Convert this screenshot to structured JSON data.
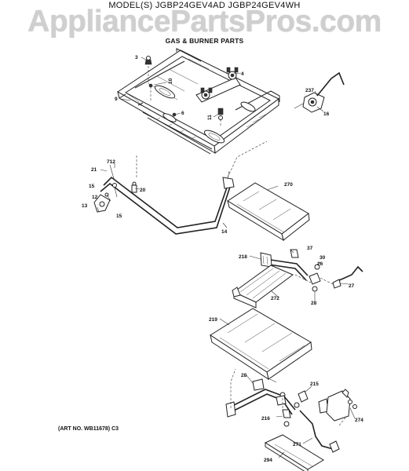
{
  "header": {
    "models": "MODEL(S) JGBP24GEV4AD  JGBP24GEV4WH",
    "watermark": "AppliancePartsPros.com",
    "subtitle": "GAS & BURNER PARTS"
  },
  "art_number": "(ART NO. WB11678) C3",
  "callouts": {
    "c3": "3",
    "c4": "4",
    "c6": "6",
    "c9": "9",
    "c10": "10",
    "c11": "11",
    "c12": "12",
    "c13": "13",
    "c14": "14",
    "c15a": "15",
    "c15b": "15",
    "c16": "16",
    "c20": "20",
    "c21": "21",
    "c26": "26",
    "c27": "27",
    "c28a": "28",
    "c28b": "28",
    "c30": "30",
    "c37": "37",
    "c215": "215",
    "c216": "216",
    "c218": "218",
    "c219": "219",
    "c237": "237",
    "c270": "270",
    "c271": "271",
    "c272": "272",
    "c274": "274",
    "c294": "294",
    "c712": "712"
  }
}
